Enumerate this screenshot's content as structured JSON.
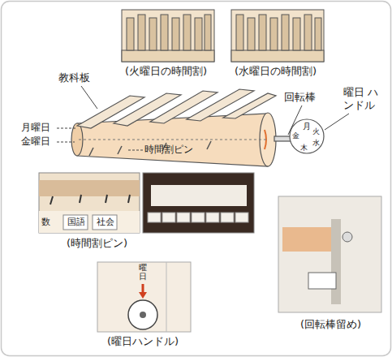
{
  "diagram": {
    "labels": [
      "(火曜日の時間割)",
      "(水曜日の時間割)",
      "教科板",
      "回転棒",
      "曜日 ハンドル",
      "月曜日",
      "金曜日",
      "時間割ピン",
      "月",
      "火",
      "水",
      "木",
      "金",
      "数",
      "国語",
      "社会",
      "(時間割ピン)",
      "曜日",
      "(曜日ハンドル)",
      "(回転棒留め)"
    ]
  }
}
